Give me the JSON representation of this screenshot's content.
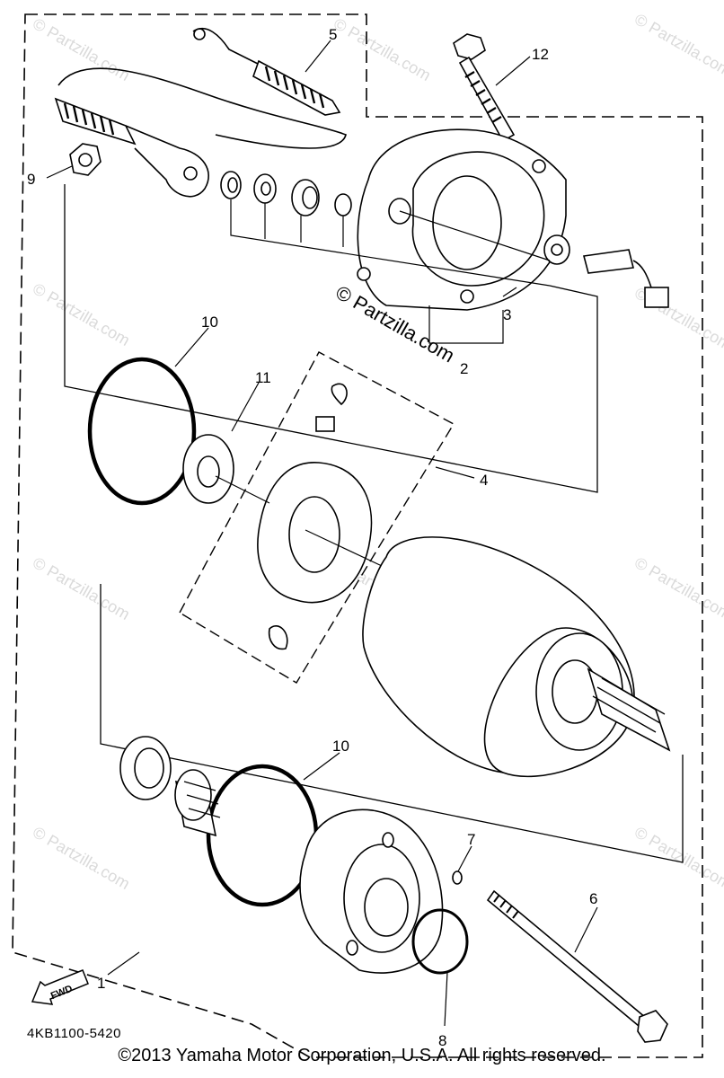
{
  "diagram": {
    "callouts": {
      "c1": "1",
      "c2": "2",
      "c3": "3",
      "c4": "4",
      "c5": "5",
      "c6": "6",
      "c7": "7",
      "c8": "8",
      "c9": "9",
      "c10a": "10",
      "c10b": "10",
      "c11": "11",
      "c12": "12"
    },
    "fwd_label": "FWD",
    "watermark": "© Partzilla.com",
    "watermark_main": "© Partzilla.com"
  },
  "footer": {
    "part_code": "4KB1100-5420",
    "copyright": "©2013 Yamaha Motor Corporation, U.S.A. All rights reserved."
  }
}
